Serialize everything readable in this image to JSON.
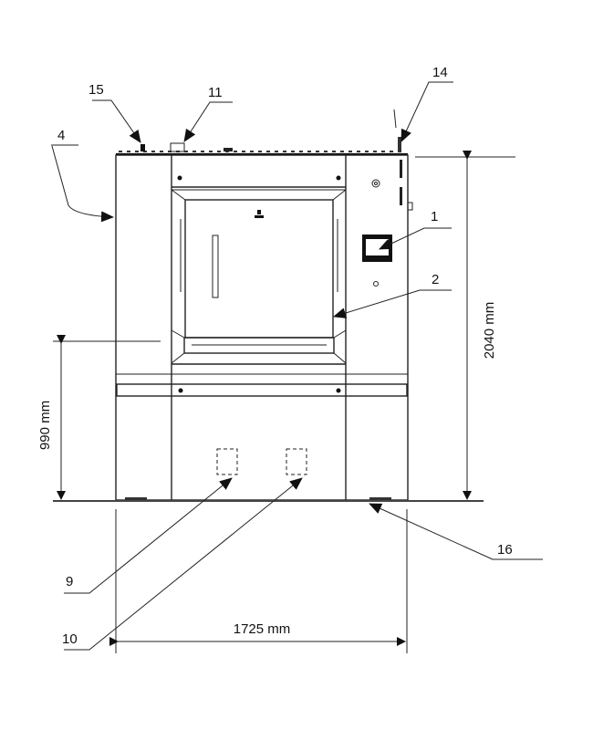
{
  "callouts": {
    "c1": "1",
    "c2": "2",
    "c4": "4",
    "c9": "9",
    "c10": "10",
    "c11": "11",
    "c14": "14",
    "c15": "15",
    "c16": "16"
  },
  "dimensions": {
    "height_total": "2040 mm",
    "height_door": "990 mm",
    "width": "1725 mm"
  }
}
